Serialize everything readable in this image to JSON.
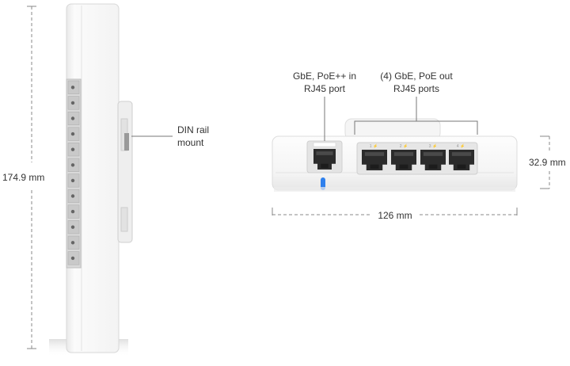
{
  "dimensions": {
    "height": "174.9 mm",
    "width": "126 mm",
    "depth": "32.9 mm"
  },
  "callouts": {
    "din_rail": [
      "DIN rail",
      "mount"
    ],
    "uplink_port": [
      "GbE, PoE++ in",
      "RJ45 port"
    ],
    "output_ports": [
      "(4) GbE, PoE out",
      "RJ45 ports"
    ]
  },
  "port_markings": {
    "uplink": "",
    "ports": [
      "1 ⚡",
      "2 ⚡",
      "3 ⚡",
      "4 ⚡"
    ]
  },
  "colors": {
    "body": "#f7f7f7",
    "panel": "#ececec",
    "port": "#2b2b2b",
    "led": "#2f80ed",
    "line": "#777777"
  }
}
